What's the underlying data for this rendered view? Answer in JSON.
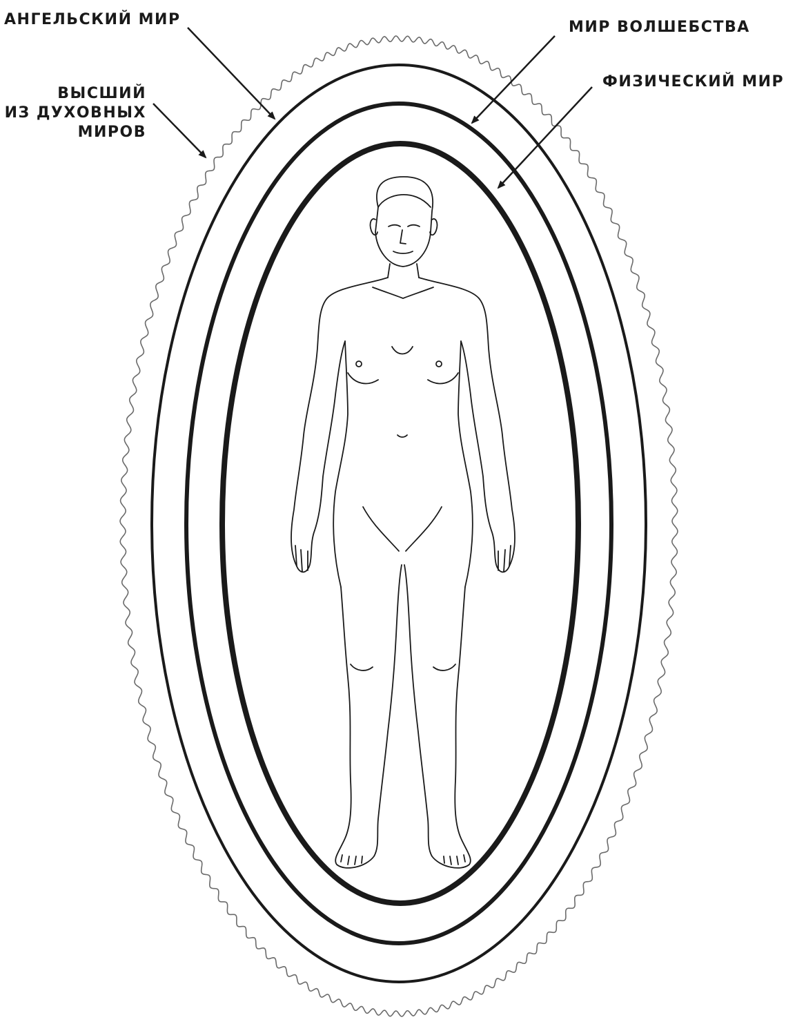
{
  "labels": {
    "angelic_world": "АНГЕЛЬСКИЙ МИР",
    "world_of_magic": "МИР ВОЛШЕБСТВА",
    "physical_world": "ФИЗИЧЕСКИЙ МИР",
    "highest_spiritual": {
      "line1": "ВЫСШИЙ",
      "line2": "ИЗ ДУХОВНЫХ",
      "line3": "МИРОВ"
    }
  },
  "colors": {
    "ink": "#1a1a1a",
    "background": "#ffffff",
    "wavy_outline": "#6a6a6a"
  }
}
